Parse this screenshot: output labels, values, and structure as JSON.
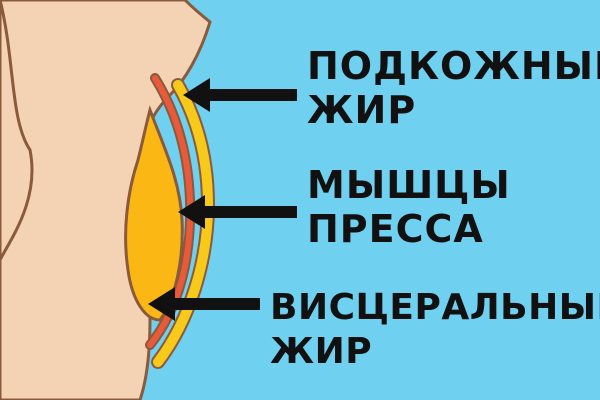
{
  "labels": {
    "subcutaneous_fat": {
      "line1": "ПОДКОЖНЫЙ",
      "line2": "ЖИР"
    },
    "abdominal_muscles": {
      "line1": "МЫШЦЫ",
      "line2": "ПРЕССА"
    },
    "visceral_fat": {
      "line1": "ВИСЦЕРАЛЬНЫЙ",
      "line2": "ЖИР"
    }
  },
  "colors": {
    "background": "#6fd0f0",
    "skin": "#f4d2b4",
    "skin_outline": "#8a5a3c",
    "subcutaneous_layer": "#f7c91a",
    "muscle_layer": "#e85a3a",
    "visceral_fat": "#fbb814",
    "arrow": "#111111"
  }
}
